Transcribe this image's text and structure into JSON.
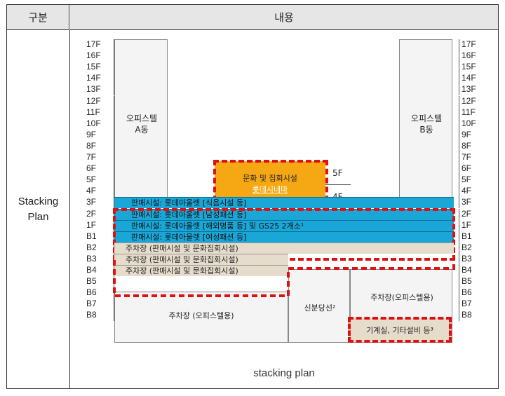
{
  "header": {
    "col1": "구분",
    "col2": "내용"
  },
  "row_label": {
    "line1": "Stacking",
    "line2": "Plan"
  },
  "caption": "stacking plan",
  "floors": [
    "17F",
    "16F",
    "15F",
    "14F",
    "13F",
    "12F",
    "11F",
    "10F",
    "9F",
    "8F",
    "7F",
    "6F",
    "5F",
    "4F",
    "3F",
    "2F",
    "1F",
    "B1",
    "B2",
    "B3",
    "B4",
    "B5",
    "B6",
    "B7",
    "B8"
  ],
  "towers": {
    "a": {
      "line1": "오피스텔",
      "line2": "A동"
    },
    "b": {
      "line1": "오피스텔",
      "line2": "B동"
    }
  },
  "culture": {
    "title": "문화 및 집회시설",
    "sub": "롯데시네마",
    "floor_top": "5F",
    "floor_bottom": "4F"
  },
  "retail_rows": [
    "판매시설: 롯데아울렛 [식음시설 등]",
    "판매시설: 롯데아울렛 [남성패션 등]",
    "판매시설: 롯데아울렛 [해외명품 등] 및 GS25 2개소¹",
    "판매시설: 롯데아울렛 [여성패션 등]"
  ],
  "parking_rows": [
    "주차장 (판매시설 및 문화집회시설)",
    "주차장 (판매시설 및 문화집회시설)",
    "주차장 (판매시설 및 문화집회시설)"
  ],
  "parking_office": "주차장 (오피스텔용)",
  "substation": "신분당선²",
  "parking_office_right": "주차장(오피스텔용)",
  "mechanical": "기계실, 기타설비 등³",
  "colors": {
    "retail": "#1aa7d8",
    "culture": "#f6a814",
    "parking": "#e5dccb",
    "dash": "#dd1111",
    "header": "#e6e6e6"
  }
}
